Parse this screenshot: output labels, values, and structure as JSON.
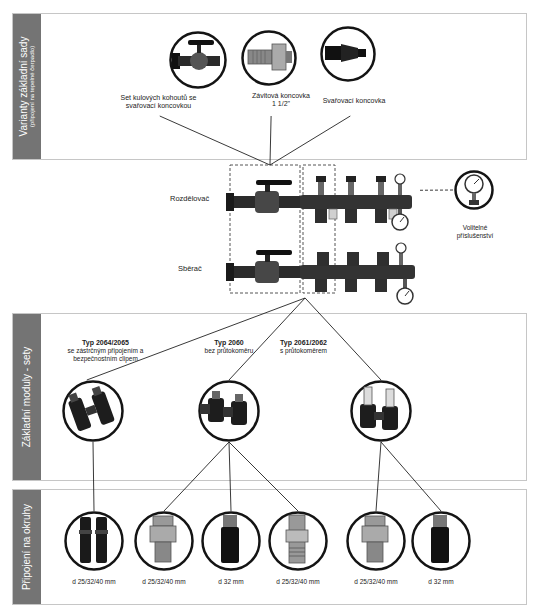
{
  "diagram": {
    "nodes": [
      {
        "text": [
          "Varianty základní sady",
          "(připojení na tepelné čerpadlo)"
        ]
      },
      {
        "text": [
          "Set kulových kohoutů se svařovací koncovkou"
        ],
        "in": 0
      },
      {
        "text": [
          "Závitová koncovka 1 1/2\""
        ],
        "in": 0
      },
      {
        "text": [
          "Svařovací koncovka"
        ],
        "in": 0
      },
      {
        "text": [
          "Rozdělovač",
          "Sběrač"
        ]
      },
      {
        "text": [
          "Volitelné příslušenství"
        ]
      },
      {
        "text": [
          "Základní moduly - sety"
        ]
      },
      {
        "text": [
          "Typ 2064/2065",
          "se zástrčným připojením a bezpečnostním clipem"
        ],
        "in": 6
      },
      {
        "text": [
          "Typ 2060",
          "bez průtokoměru"
        ],
        "in": 6
      },
      {
        "text": [
          "Typ 2061/2062",
          "s průtokoměrem"
        ],
        "in": 6
      },
      {
        "text": [
          "Připojení na okruhy"
        ]
      },
      {
        "text": [
          "d 25/32/40 mm"
        ],
        "in": 10
      },
      {
        "text": [
          "d 25/32/40 mm"
        ],
        "in": 10
      },
      {
        "text": [
          "d 32 mm"
        ],
        "in": 10
      },
      {
        "text": [
          "d 25/32/40 mm"
        ],
        "in": 10
      },
      {
        "text": [
          "d 25/32/40 mm"
        ],
        "in": 10
      },
      {
        "text": [
          "d 32 mm"
        ],
        "in": 10
      }
    ],
    "edges": [
      {
        "from": 1,
        "to": 4,
        "arrow": "none"
      },
      {
        "from": 2,
        "to": 4,
        "arrow": "none"
      },
      {
        "from": 3,
        "to": 4,
        "arrow": "none"
      },
      {
        "from": 4,
        "to": 5,
        "arrow": "none"
      },
      {
        "from": 4,
        "to": 7,
        "arrow": "none"
      },
      {
        "from": 4,
        "to": 8,
        "arrow": "none"
      },
      {
        "from": 4,
        "to": 9,
        "arrow": "none"
      },
      {
        "from": 7,
        "to": 11,
        "arrow": "none"
      },
      {
        "from": 8,
        "to": 12,
        "arrow": "none"
      },
      {
        "from": 8,
        "to": 13,
        "arrow": "none"
      },
      {
        "from": 8,
        "to": 14,
        "arrow": "none"
      },
      {
        "from": 9,
        "to": 15,
        "arrow": "none"
      },
      {
        "from": 9,
        "to": 16,
        "arrow": "none"
      }
    ]
  }
}
